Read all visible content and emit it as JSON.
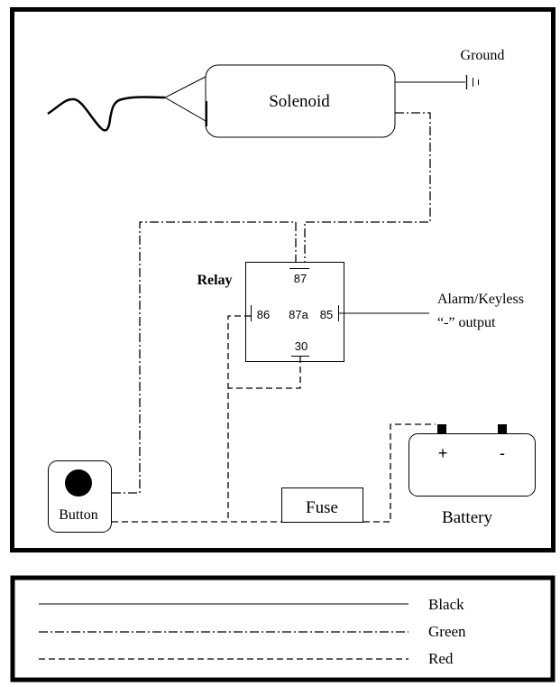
{
  "diagram": {
    "components": {
      "solenoid": {
        "label": "Solenoid"
      },
      "ground": {
        "label": "Ground"
      },
      "relay": {
        "label": "Relay",
        "pins": {
          "p87": "87",
          "p86": "86",
          "p87a": "87a",
          "p85": "85",
          "p30": "30"
        }
      },
      "alarm": {
        "line1": "Alarm/Keyless",
        "line2": "“-” output"
      },
      "button": {
        "label": "Button"
      },
      "fuse": {
        "label": "Fuse"
      },
      "battery": {
        "label": "Battery",
        "plus": "+",
        "minus": "-"
      }
    },
    "legend": [
      {
        "style": "solid",
        "label": "Black"
      },
      {
        "style": "dash-dot",
        "label": "Green"
      },
      {
        "style": "dashed",
        "label": "Red"
      }
    ]
  }
}
